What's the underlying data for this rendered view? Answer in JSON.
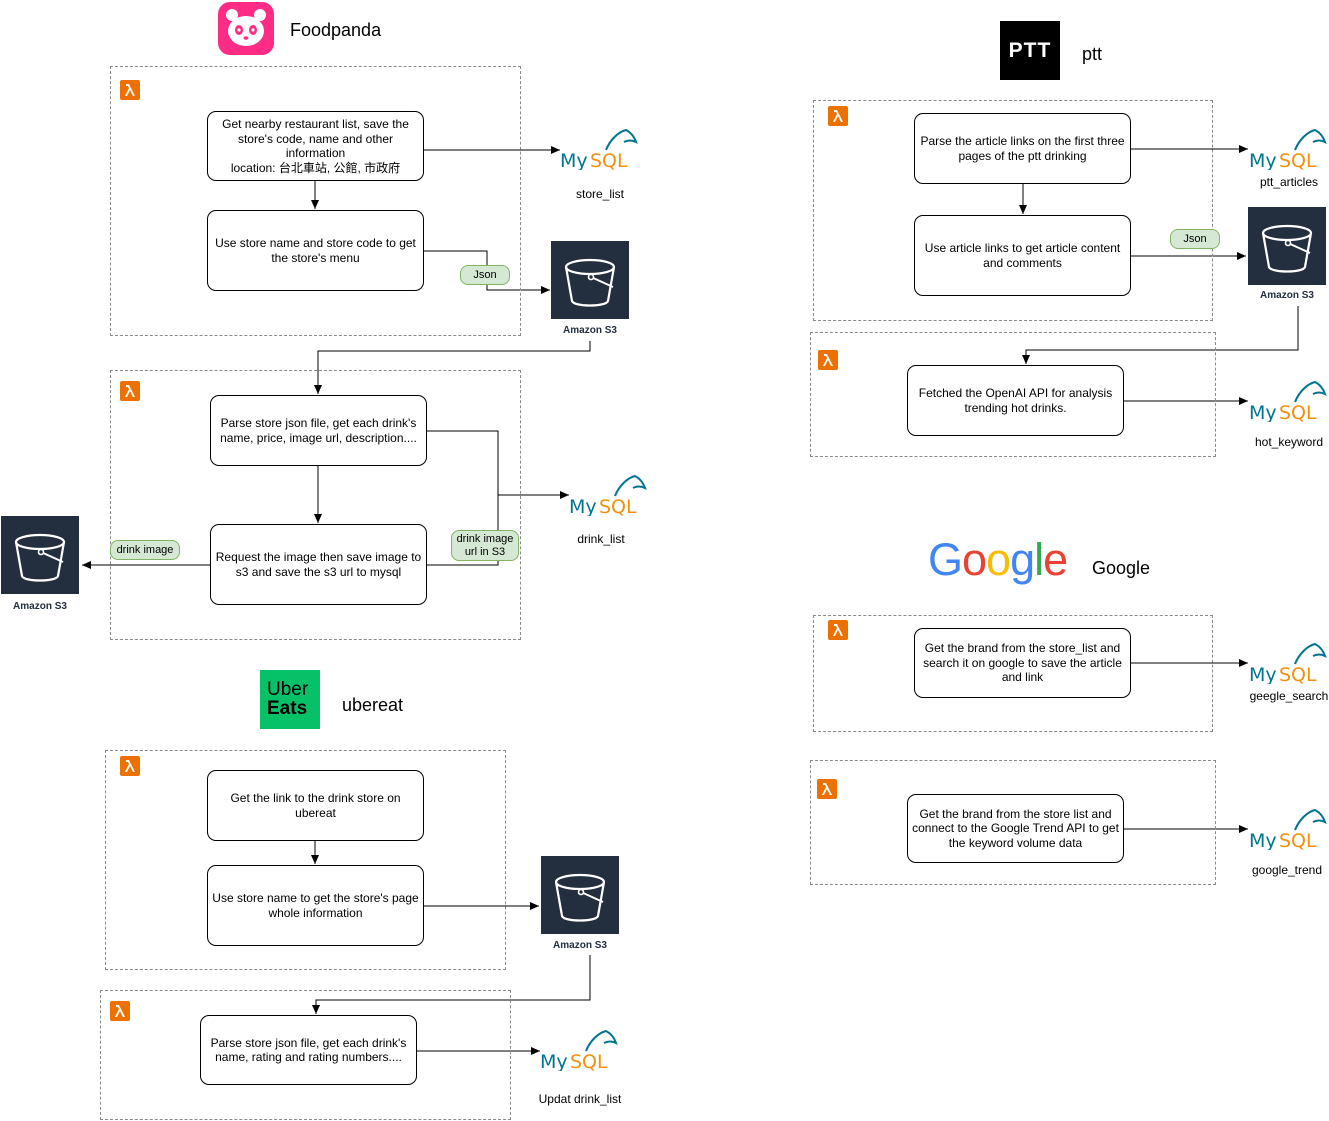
{
  "foodpanda": {
    "brand": "Foodpanda",
    "step_get_list": "Get nearby restaurant list, save the store's code, name and other information\nlocation: 台北車站, 公館, 市政府",
    "step_get_menu": "Use store name and store code to get the store's menu",
    "json_tag": "Json",
    "table_store_list": "store_list",
    "s3_label": "Amazon S3",
    "step_parse": "Parse store json file, get each drink's name, price, image url, description....",
    "step_request_image": "Request the image then save image to s3 and save the s3 url to mysql",
    "tag_drink_image": "drink image",
    "tag_image_url": "drink image\nurl in S3",
    "table_drink_list": "drink_list",
    "s3_label_images": "Amazon S3"
  },
  "ubereat": {
    "logo_line1": "Uber",
    "logo_line2": "Eats",
    "brand": "ubereat",
    "step_get_link": "Get the link to the drink store on ubereat",
    "step_get_page": "Use store name to get the store's page whole information",
    "s3_label": "Amazon S3",
    "step_parse": "Parse store json file, get each drink's name, rating and rating numbers....",
    "table_update": "Updat drink_list"
  },
  "ptt": {
    "logo": "PTT",
    "brand": "ptt",
    "step_parse_links": "Parse the article links on the first three pages of the ptt drinking",
    "step_get_content": "Use article links to get article content and comments",
    "json_tag": "Json",
    "table_articles": "ptt_articles",
    "s3_label": "Amazon S3",
    "step_openai": "Fetched the OpenAI API for analysis trending hot drinks.",
    "table_hot_keyword": "hot_keyword"
  },
  "google": {
    "logo": "Google",
    "brand": "Google",
    "step_search": "Get the brand from the store_list and search it on google to save the article and link",
    "table_search": "geegle_search",
    "step_trend": "Get the brand from the store list and connect to the Google Trend API to get the keyword volume data",
    "table_trend": "google_trend"
  },
  "mysql_logo": {
    "my": "My",
    "sql": "SQL"
  },
  "colors": {
    "lambda": "#ed7100",
    "s3_bg": "#232f3e",
    "tag_fill": "#d5e8d4",
    "tag_border": "#82b366",
    "mysql_blue": "#00758f",
    "mysql_orange": "#f29111",
    "foodpanda_pink": "#ff2b85",
    "ubereats_green": "#06c167"
  }
}
